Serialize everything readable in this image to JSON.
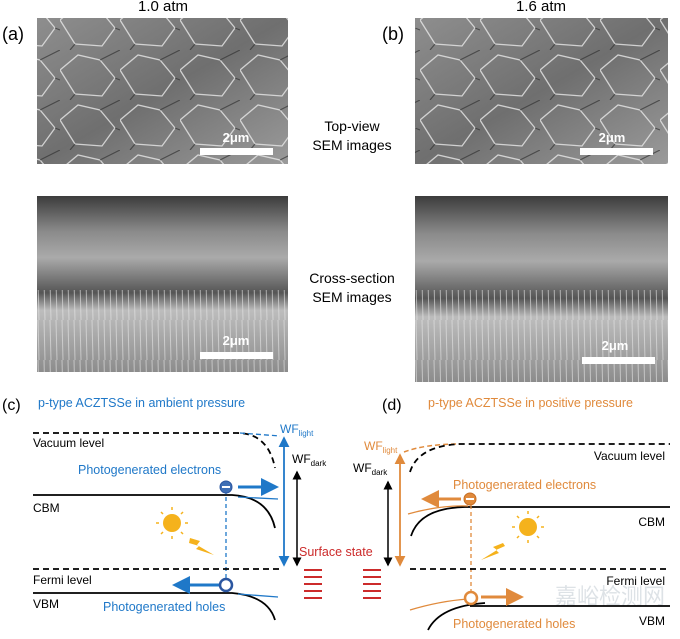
{
  "columns": {
    "left": "1.0 atm",
    "right": "1.6 atm"
  },
  "panel_labels": {
    "a": "(a)",
    "b": "(b)",
    "c": "(c)",
    "d": "(d)"
  },
  "row_labels": {
    "top": [
      "Top-view",
      "SEM images"
    ],
    "bottom": [
      "Cross-section",
      "SEM images"
    ]
  },
  "scale_bar": "2μm",
  "panel_c": {
    "title": "p-type ACZTSSe in ambient  pressure",
    "vacuum": "Vacuum level",
    "cbm": "CBM",
    "fermi": "Fermi level",
    "vbm": "VBM",
    "electrons": "Photogenerated electrons",
    "holes": "Photogenerated holes",
    "wf_light": "WF",
    "wf_light_sub": "light",
    "wf_dark": "WF",
    "wf_dark_sub": "dark",
    "surface_state": "Surface state"
  },
  "panel_d": {
    "title": "p-type ACZTSSe in positive pressure",
    "vacuum": "Vacuum level",
    "cbm": "CBM",
    "fermi": "Fermi level",
    "vbm": "VBM",
    "electrons": "Photogenerated electrons",
    "holes": "Photogenerated holes",
    "wf_light": "WF",
    "wf_light_sub": "light",
    "wf_dark": "WF",
    "wf_dark_sub": "dark"
  },
  "watermark": "嘉峪检测网",
  "colors": {
    "blue": "#1f78c8",
    "orange": "#e08a3c",
    "red": "#cc2b2b",
    "sun": "#f5b21c"
  }
}
